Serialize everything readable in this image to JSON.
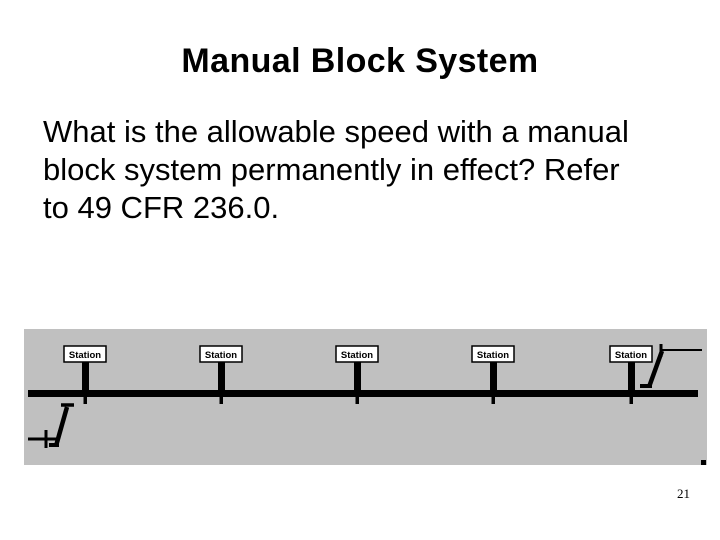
{
  "slide": {
    "title": "Manual Block System",
    "body": "What is the allowable speed with a manual block system permanently in effect? Refer to 49 CFR 236.0.",
    "page_number": "21"
  },
  "diagram": {
    "background_color": "#c0c0c0",
    "line_color": "#000000",
    "station_box_fill": "#ffffff",
    "stations": [
      {
        "label": "Station"
      },
      {
        "label": "Station"
      },
      {
        "label": "Station"
      },
      {
        "label": "Station"
      },
      {
        "label": "Station"
      }
    ]
  }
}
